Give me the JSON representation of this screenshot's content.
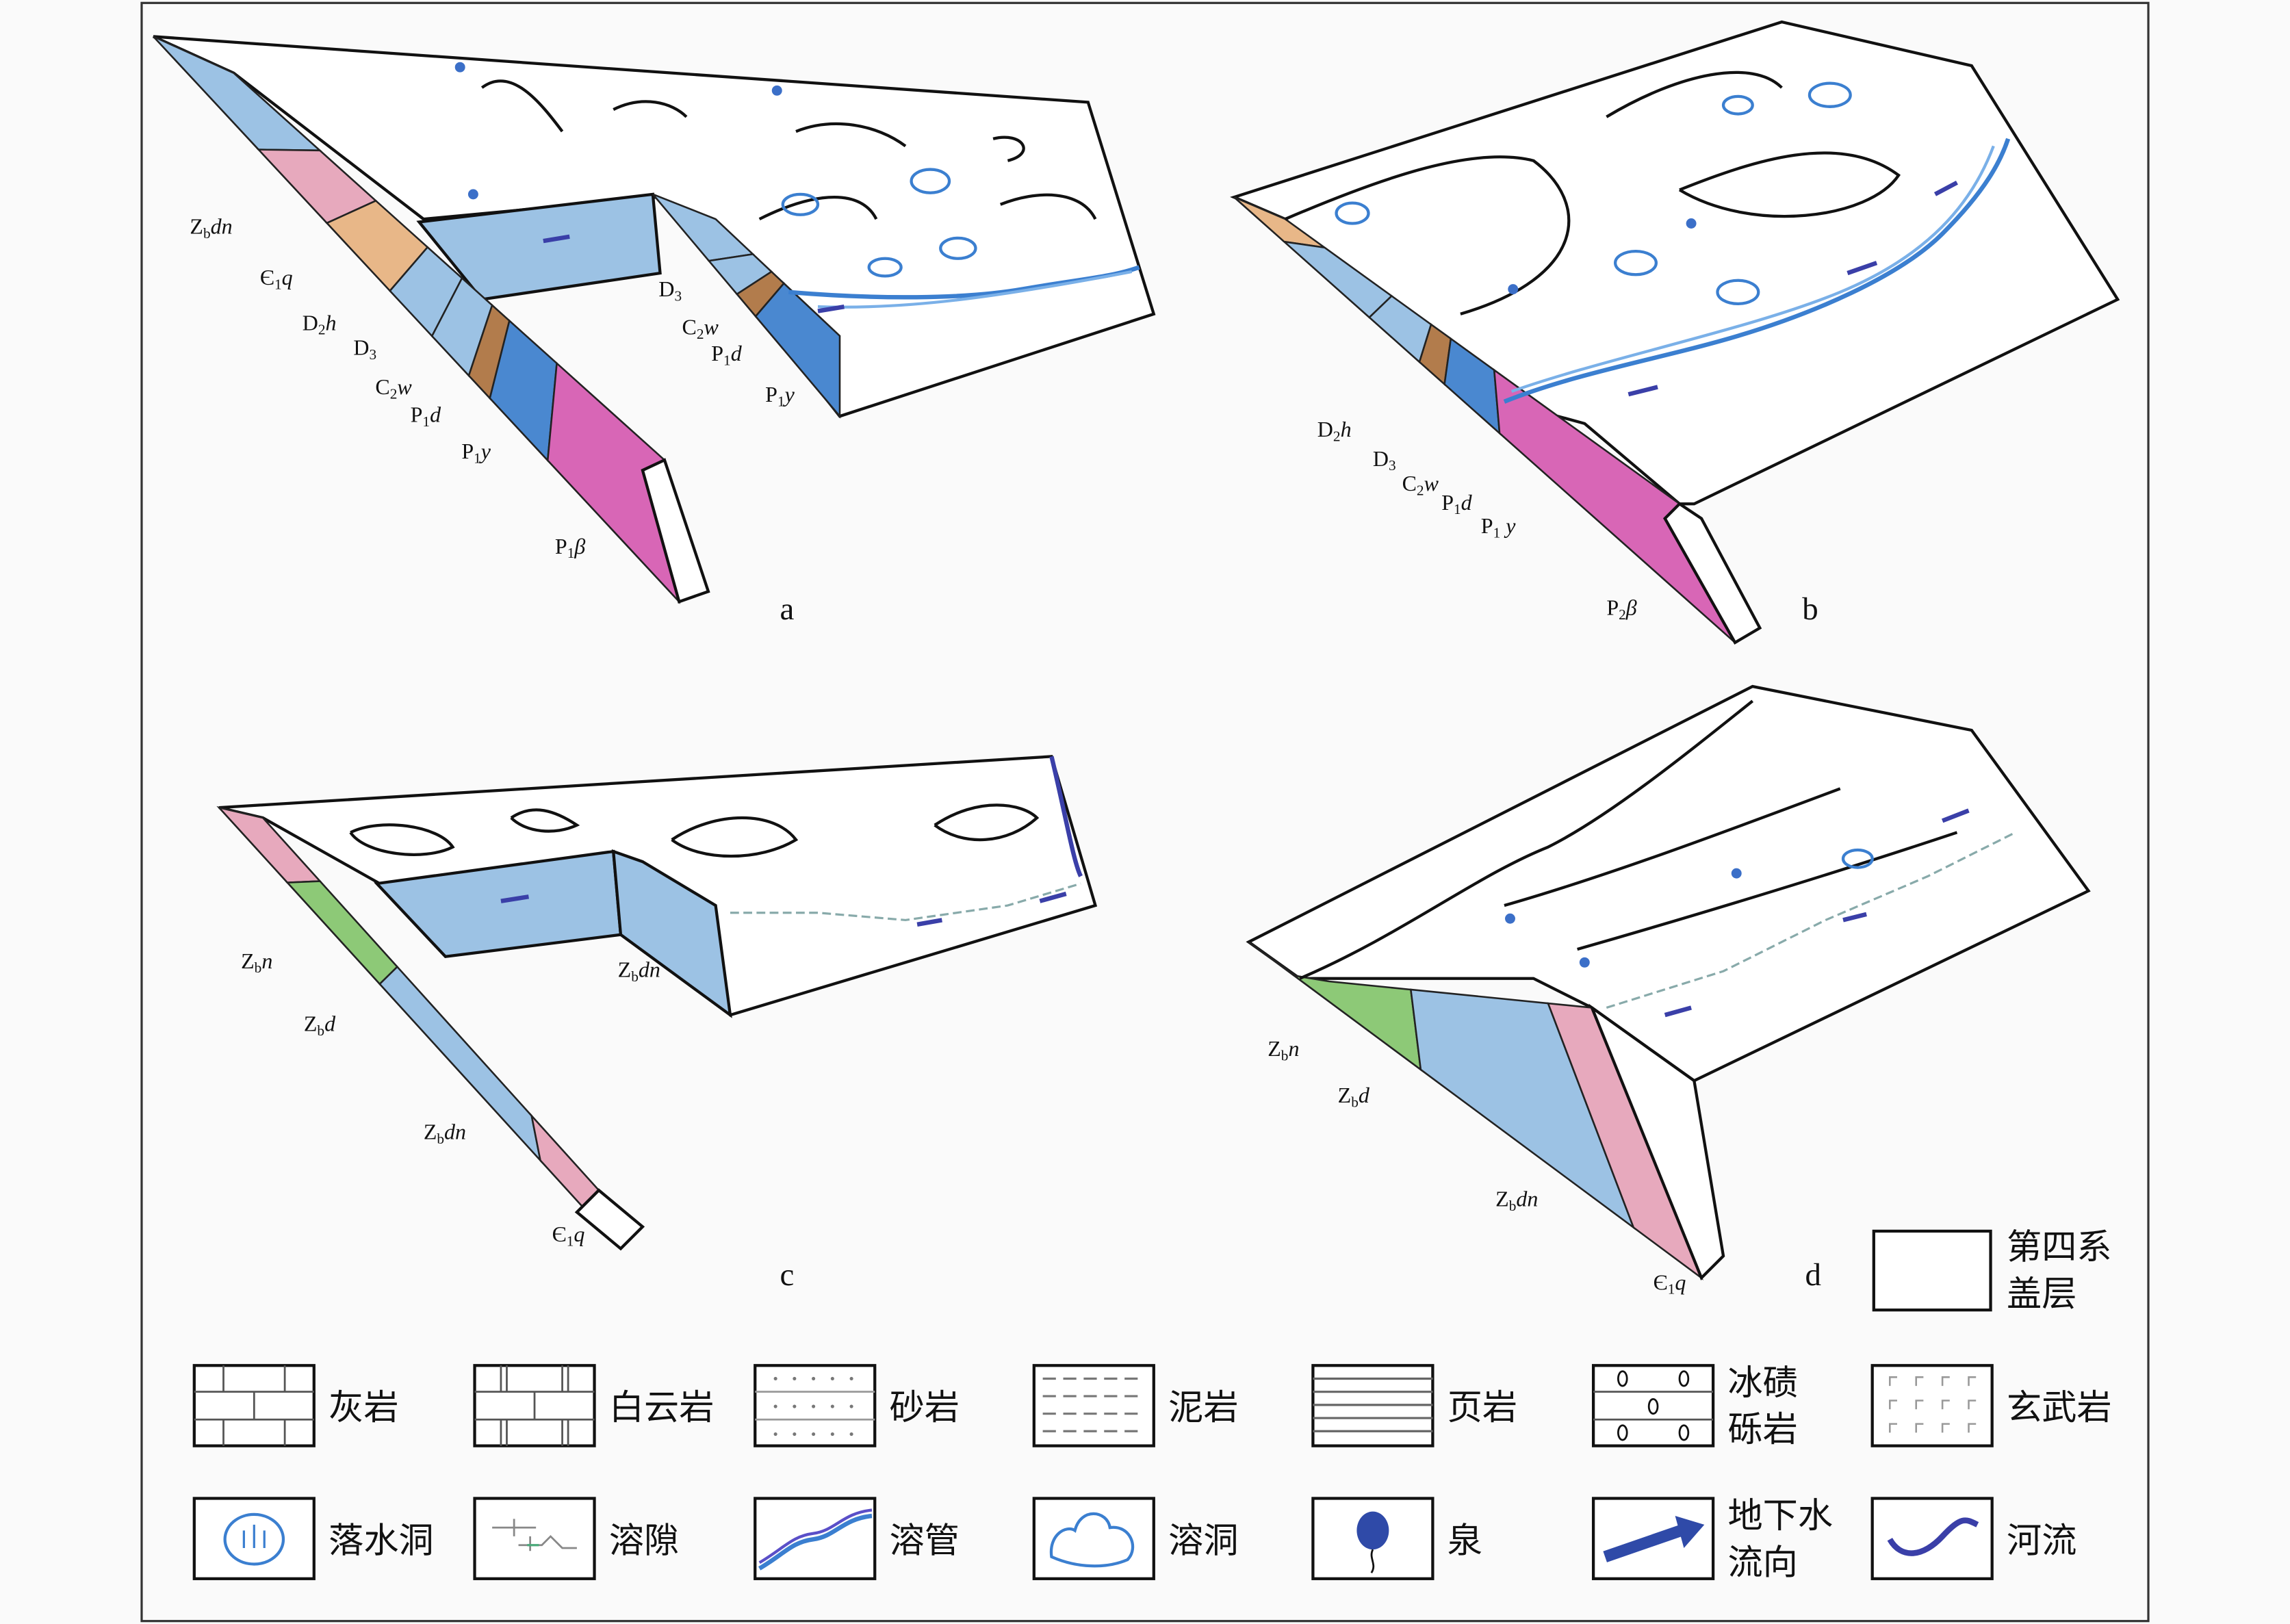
{
  "panels": {
    "a": {
      "letter": "a",
      "labels": [
        {
          "m": "Z",
          "s": "b",
          "r": "dn"
        },
        {
          "m": "Є",
          "s": "1",
          "r": "q"
        },
        {
          "m": "D",
          "s": "2",
          "r": "h"
        },
        {
          "m": "D",
          "s": "3",
          "r": ""
        },
        {
          "m": "C",
          "s": "2",
          "r": "w"
        },
        {
          "m": "P",
          "s": "1",
          "r": "d"
        },
        {
          "m": "P",
          "s": "1",
          "r": "y"
        },
        {
          "m": "P",
          "s": "1",
          "r": "β"
        },
        {
          "m": "D",
          "s": "3",
          "r": ""
        },
        {
          "m": "C",
          "s": "2",
          "r": "w"
        },
        {
          "m": "P",
          "s": "1",
          "r": "d"
        },
        {
          "m": "P",
          "s": "1",
          "r": "y"
        }
      ]
    },
    "b": {
      "letter": "b",
      "labels": [
        {
          "m": "D",
          "s": "2",
          "r": "h"
        },
        {
          "m": "D",
          "s": "3",
          "r": ""
        },
        {
          "m": "C",
          "s": "2",
          "r": "w"
        },
        {
          "m": "P",
          "s": "1",
          "r": "d"
        },
        {
          "m": "P",
          "s": "1",
          "r": " y"
        },
        {
          "m": "P",
          "s": "2",
          "r": "β"
        }
      ]
    },
    "c": {
      "letter": "c",
      "labels": [
        {
          "m": "Z",
          "s": "b",
          "r": "n"
        },
        {
          "m": "Z",
          "s": "b",
          "r": "d"
        },
        {
          "m": "Z",
          "s": "b",
          "r": "dn"
        },
        {
          "m": "Є",
          "s": "1",
          "r": "q"
        },
        {
          "m": "Z",
          "s": "b",
          "r": "dn"
        }
      ]
    },
    "d": {
      "letter": "d",
      "labels": [
        {
          "m": "Z",
          "s": "b",
          "r": "n"
        },
        {
          "m": "Z",
          "s": "b",
          "r": "d"
        },
        {
          "m": "Z",
          "s": "b",
          "r": "dn"
        },
        {
          "m": "Є",
          "s": "1",
          "r": "q"
        }
      ]
    }
  },
  "colors": {
    "limestone": "#9cc2e4",
    "dolomite": "#4a88d0",
    "sandstone_pink": "#e7a9bd",
    "sandstone_orange": "#e8b788",
    "basalt": "#d866b6",
    "tillite": "#8dc977",
    "shale": "#b27c4c",
    "water": "#3b7fd0",
    "arrow": "#3a3fa8"
  },
  "legend": {
    "cover": {
      "line1": "第四系",
      "line2": "盖层"
    },
    "row1": [
      {
        "icon": "limestone-pattern",
        "label": "灰岩"
      },
      {
        "icon": "dolomite-pattern",
        "label": "白云岩"
      },
      {
        "icon": "sandstone-pattern",
        "label": "砂岩"
      },
      {
        "icon": "mudstone-pattern",
        "label": "泥岩"
      },
      {
        "icon": "shale-pattern",
        "label": "页岩"
      },
      {
        "icon": "tillite-pattern",
        "label": "冰碛",
        "label2": "砾岩"
      },
      {
        "icon": "basalt-pattern",
        "label": "玄武岩"
      }
    ],
    "row2": [
      {
        "icon": "sinkhole-icon",
        "label": "落水洞"
      },
      {
        "icon": "karst-fissure-icon",
        "label": "溶隙"
      },
      {
        "icon": "karst-conduit-icon",
        "label": "溶管"
      },
      {
        "icon": "karst-cave-icon",
        "label": "溶洞"
      },
      {
        "icon": "spring-icon",
        "label": "泉"
      },
      {
        "icon": "groundwater-flow-arrow-icon",
        "label": "地下水",
        "label2": "流向"
      },
      {
        "icon": "river-icon",
        "label": "河流"
      }
    ]
  }
}
